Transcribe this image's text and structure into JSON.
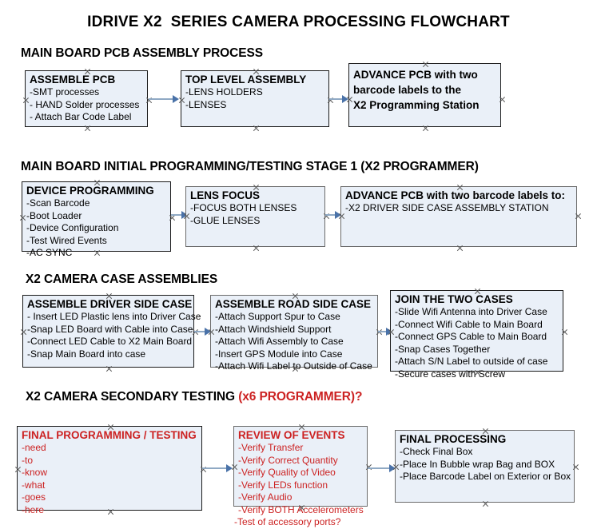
{
  "document": {
    "title": "IDRIVE X2  SERIES CAMERA PROCESSING FLOWCHART"
  },
  "sections": [
    {
      "id": "main-board-pcb-assembly",
      "title": "MAIN BOARD PCB ASSEMBLY PROCESS",
      "title_red_suffix": ""
    },
    {
      "id": "main-board-initial-programming",
      "title": "MAIN BOARD INITIAL PROGRAMMING/TESTING STAGE 1 (X2 PROGRAMMER)",
      "title_red_suffix": ""
    },
    {
      "id": "x2-camera-case-assemblies",
      "title": "X2 CAMERA CASE ASSEMBLIES",
      "title_red_suffix": ""
    },
    {
      "id": "x2-camera-secondary-testing",
      "title": "X2 CAMERA SECONDARY TESTING ",
      "title_red_suffix": "(x6 PROGRAMMER)?"
    }
  ],
  "nodes": {
    "assemble_pcb": {
      "title": "ASSEMBLE PCB",
      "lines": [
        "-SMT processes",
        "- HAND Solder processes",
        "- Attach Bar Code Label"
      ]
    },
    "top_level_assembly": {
      "title": "TOP LEVEL ASSEMBLY",
      "lines": [
        "-LENS HOLDERS",
        "-LENSES"
      ]
    },
    "advance_pcb_station": {
      "title_lines": [
        "ADVANCE PCB with two",
        "barcode labels to the",
        " X2 Programming Station"
      ],
      "lines": []
    },
    "device_programming": {
      "title": "DEVICE PROGRAMMING",
      "lines": [
        "-Scan Barcode",
        "-Boot Loader",
        "-Device Configuration",
        "-Test Wired Events",
        "-AC SYNC"
      ]
    },
    "lens_focus": {
      "title": "LENS FOCUS",
      "lines": [
        "-FOCUS BOTH LENSES",
        "-GLUE LENSES"
      ]
    },
    "advance_pcb_driver_side": {
      "title": "ADVANCE PCB with two barcode labels to:",
      "lines": [
        "-X2 DRIVER  SIDE  CASE  ASSEMBLY STATION"
      ]
    },
    "assemble_driver_side_case": {
      "title": "ASSEMBLE DRIVER SIDE CASE",
      "lines": [
        "- Insert LED Plastic lens into Driver Case",
        "-Snap LED Board with Cable into Case",
        "-Connect LED Cable to X2 Main Board",
        "-Snap Main Board into case"
      ]
    },
    "assemble_road_side_case": {
      "title": "ASSEMBLE ROAD SIDE CASE",
      "lines": [
        "-Attach Support Spur to Case",
        "-Attach Windshield Support",
        "-Attach Wifi Assembly to Case",
        "-Insert GPS Module into Case",
        "-Attach Wifi Label to Outside of Case"
      ]
    },
    "join_the_two_cases": {
      "title": "JOIN THE TWO CASES",
      "lines": [
        "-Slide Wifi Antenna into Driver Case",
        "-Connect Wifi Cable to Main Board",
        "-Connect GPS Cable to Main Board",
        "-Snap Cases Together",
        "-Attach S/N Label to outside of case",
        "-Secure cases with Screw"
      ]
    },
    "final_programming_testing": {
      "title": "FINAL PROGRAMMING / TESTING",
      "lines": [
        "-need",
        "-to",
        "-know",
        "-what",
        "-goes",
        "-here"
      ]
    },
    "review_of_events": {
      "title": "REVIEW OF EVENTS",
      "lines": [
        "-Verify Transfer",
        "-Verify Correct Quantity",
        "-Verify Quality of Video",
        "-Verify LEDs function",
        "-Verify Audio",
        "-Verify BOTH Accelerometers",
        "-Test of accessory ports?"
      ]
    },
    "final_processing": {
      "title": "FINAL PROCESSING",
      "lines": [
        " -Check Final Box",
        "-Place In Bubble wrap Bag and BOX",
        "-Place Barcode Label on Exterior or Box"
      ]
    }
  },
  "colors": {
    "node_fill": "#eaf0f8",
    "node_border": "#1a1a1a",
    "node_border_gray": "#6b6b6b",
    "connector": "#8fa9c4",
    "arrow": "#4a72a8",
    "red_text": "#cc2222",
    "text": "#000000",
    "background": "#ffffff"
  }
}
